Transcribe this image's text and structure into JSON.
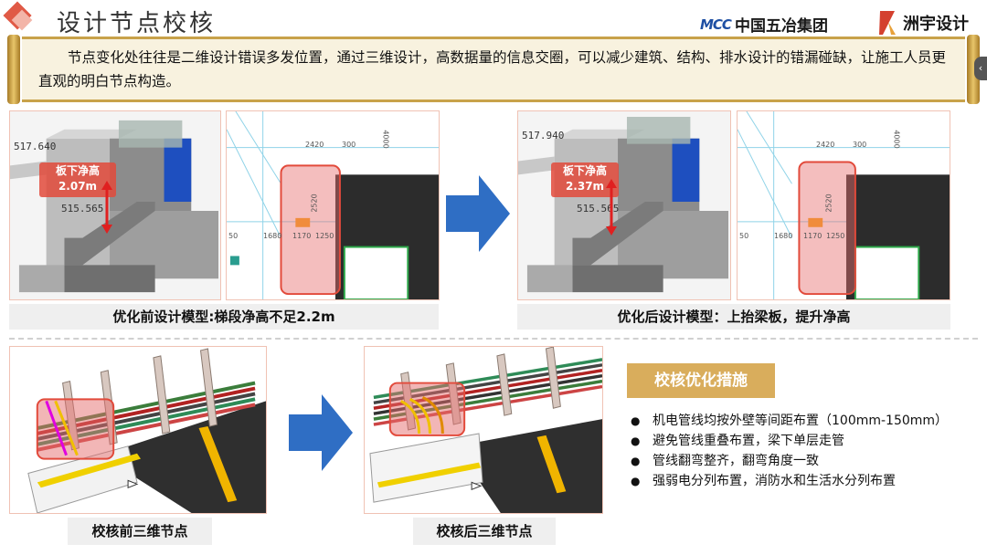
{
  "header": {
    "title": "设计节点校核",
    "logo_mcc_badge": "MCC",
    "logo_mcc_name": "中国五冶集团",
    "logo_zy_name": "洲宇设计"
  },
  "intro": {
    "text": "节点变化处往往是二维设计错误多发位置，通过三维设计，高数据量的信息交圈，可以减少建筑、结构、排水设计的错漏碰缺，让施工人员更直观的明白节点构造。",
    "side_tab": "‹"
  },
  "top_left": {
    "elev_top": "517.640",
    "elev_bottom": "515.565",
    "clear_label": "板下净高",
    "clear_value": "2.07m",
    "caption": "优化前设计模型:梯段净高不足2.2m",
    "dims": [
      "2420",
      "300",
      "50",
      "1680",
      "1170",
      "1250",
      "2520",
      "4000"
    ]
  },
  "top_right": {
    "elev_top": "517.940",
    "elev_bottom": "515.565",
    "clear_label": "板下净高",
    "clear_value": "2.37m",
    "caption": "优化后设计模型：上抬梁板，提升净高",
    "dims": [
      "2420",
      "300",
      "50",
      "1680",
      "1170",
      "1250",
      "2520",
      "4000"
    ]
  },
  "bottom": {
    "before_caption": "校核前三维节点",
    "after_caption": "校核后三维节点"
  },
  "measures": {
    "title": "校核优化措施",
    "items": [
      "机电管线均按外壁等间距布置（100mm-150mm）",
      "避免管线重叠布置，梁下单层走管",
      "管线翻弯整齐，翻弯角度一致",
      "强弱电分列布置，消防水和生活水分列布置"
    ]
  },
  "colors": {
    "accent_red": "#e24a3b",
    "arrow_blue": "#2f6ec4",
    "measure_gold": "#d9ad5c",
    "scroll_gold": "#c8a24a"
  }
}
